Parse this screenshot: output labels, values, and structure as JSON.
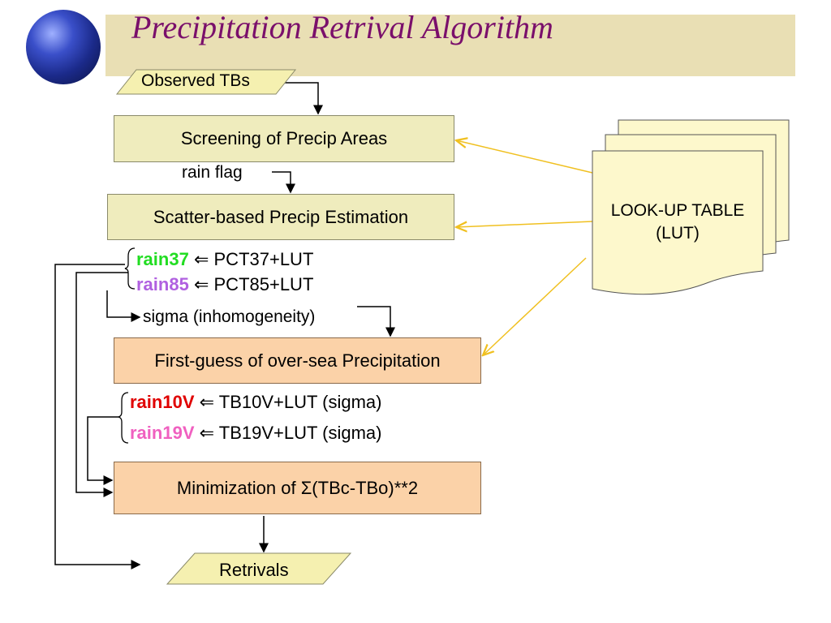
{
  "slide": {
    "title": "Precipitation Retrival Algorithm",
    "globe_icon": "globe-icon"
  },
  "flow": {
    "observed": "Observed TBs",
    "screening": "Screening of Precip Areas",
    "rain_flag": "rain flag",
    "scatter": "Scatter-based Precip Estimation",
    "rain37": {
      "name": "rain37",
      "arrow": "⇐",
      "text": " PCT37+LUT"
    },
    "rain85": {
      "name": "rain85",
      "arrow": "⇐",
      "text": " PCT85+LUT"
    },
    "sigma": "sigma (inhomogeneity)",
    "firstguess": "First-guess of over-sea Precipitation",
    "rain10v": {
      "name": "rain10V",
      "arrow": "⇐",
      "text": " TB10V+LUT (sigma)"
    },
    "rain19v": {
      "name": "rain19V",
      "arrow": "⇐",
      "text": " TB19V+LUT (sigma)"
    },
    "minimization": "Minimization of Σ(TBc-TBo)**2",
    "retrivals": "Retrivals",
    "lut_line1": "LOOK-UP TABLE",
    "lut_line2": "(LUT)"
  },
  "colors": {
    "rain37": "#22dd22",
    "rain85": "#b060e0",
    "rain10v": "#e00000",
    "rain19v": "#f060c0",
    "lut_arrow": "#f0c020",
    "title": "#7a0f6b"
  }
}
